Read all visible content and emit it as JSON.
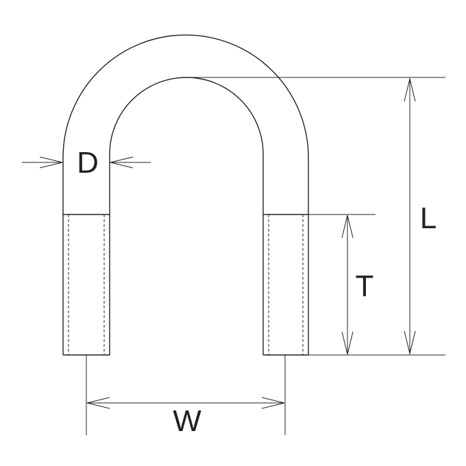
{
  "diagram": {
    "labels": {
      "diameter": "D",
      "length": "L",
      "thread": "T",
      "width": "W"
    },
    "colors": {
      "line": "#231f20",
      "background": "#ffffff"
    }
  }
}
